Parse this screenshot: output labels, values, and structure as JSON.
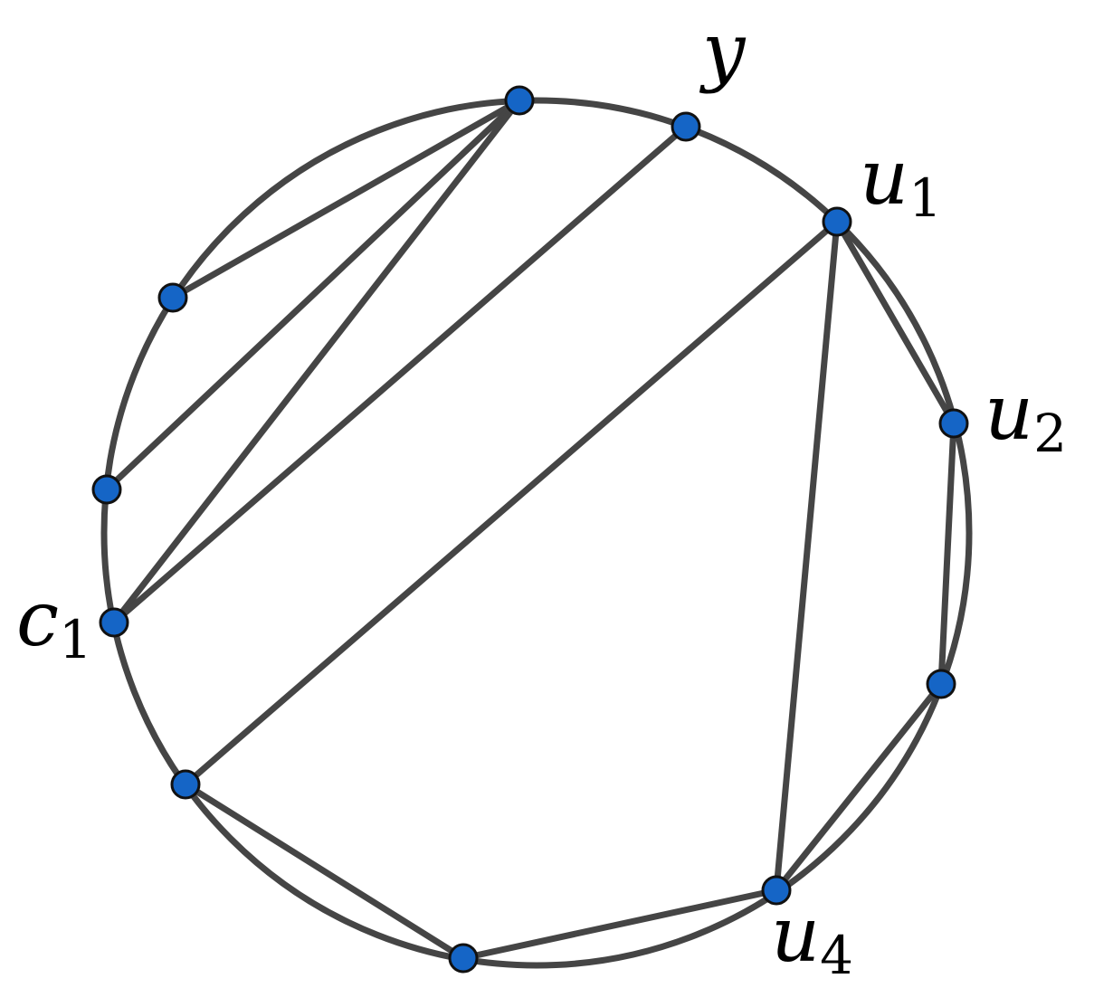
{
  "diagram": {
    "vertices": [
      {
        "id": "v-top",
        "label": ""
      },
      {
        "id": "y",
        "label": "y"
      },
      {
        "id": "u1",
        "label": "u",
        "sub": "1"
      },
      {
        "id": "u2",
        "label": "u",
        "sub": "2"
      },
      {
        "id": "v-right-low",
        "label": ""
      },
      {
        "id": "u4",
        "label": "u",
        "sub": "4"
      },
      {
        "id": "v-bottom",
        "label": ""
      },
      {
        "id": "v-lower-left",
        "label": ""
      },
      {
        "id": "c1",
        "label": "c",
        "sub": "1"
      },
      {
        "id": "v-left",
        "label": ""
      },
      {
        "id": "v-upper-left",
        "label": ""
      }
    ],
    "edges": [
      [
        "v-top",
        "v-upper-left"
      ],
      [
        "v-top",
        "v-left"
      ],
      [
        "v-top",
        "c1"
      ],
      [
        "y",
        "c1"
      ],
      [
        "u1",
        "v-lower-left"
      ],
      [
        "u1",
        "u2"
      ],
      [
        "u1",
        "u4"
      ],
      [
        "u2",
        "v-right-low"
      ],
      [
        "v-right-low",
        "u4"
      ],
      [
        "u4",
        "v-bottom"
      ],
      [
        "v-bottom",
        "v-lower-left"
      ]
    ],
    "colors": {
      "vertex_fill": "#1565c6",
      "edge_stroke": "#454545"
    }
  }
}
